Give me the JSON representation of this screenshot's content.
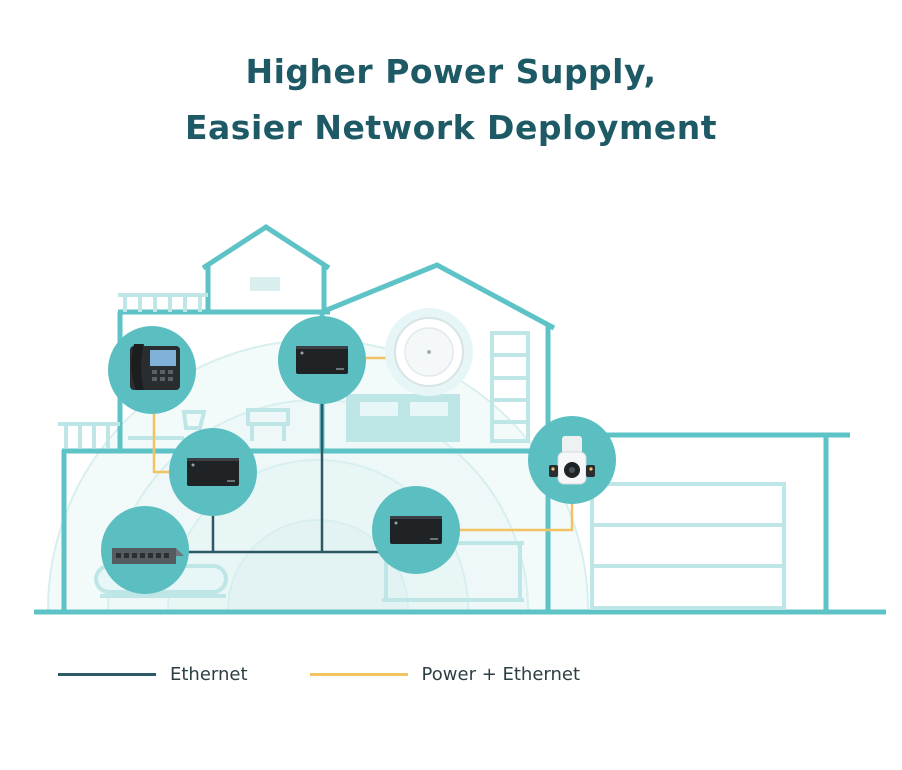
{
  "title": {
    "line1": "Higher Power Supply,",
    "line2": "Easier Network Deployment"
  },
  "colors": {
    "ethernet": "#2d5865",
    "power_ethernet": "#f2c461",
    "house_line": "#5ec3c6",
    "house_fill": "#bfe6e6",
    "device_circle": "#5bbfc1",
    "heading": "#1d5a66"
  },
  "devices": [
    {
      "name": "ip-phone",
      "icon": "desk-phone-icon"
    },
    {
      "name": "switch-upper",
      "icon": "poe-switch-icon"
    },
    {
      "name": "access-point",
      "icon": "ceiling-access-point-icon"
    },
    {
      "name": "switch-middle",
      "icon": "poe-switch-icon"
    },
    {
      "name": "ip-camera",
      "icon": "security-camera-icon"
    },
    {
      "name": "desktop-switch",
      "icon": "desktop-switch-icon"
    },
    {
      "name": "switch-lower",
      "icon": "poe-switch-icon"
    }
  ],
  "legend": {
    "ethernet_label": "Ethernet",
    "power_label": "Power + Ethernet"
  }
}
